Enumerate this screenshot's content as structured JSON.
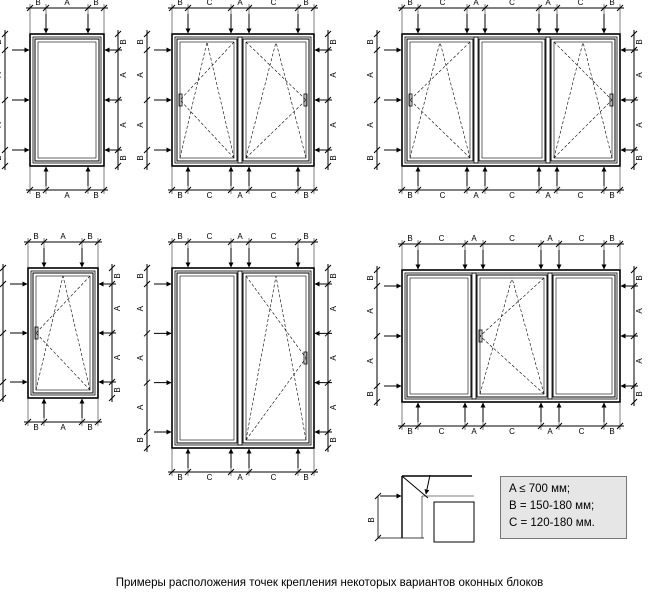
{
  "labels": {
    "a": "A",
    "b": "B",
    "c": "C"
  },
  "legend": {
    "a": "A ≤ 700 мм;",
    "b": "B = 150-180 мм;",
    "c": "C = 120-180 мм."
  },
  "caption": "Примеры расположения точек крепления некоторых вариантов оконных блоков"
}
